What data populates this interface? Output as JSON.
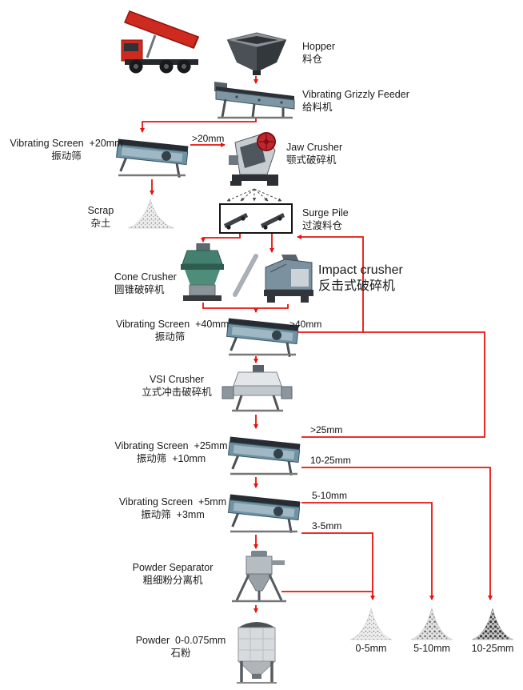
{
  "canvas": {
    "background": "#ffffff",
    "arrow_color": "#e8130c"
  },
  "nodes": {
    "hopper": {
      "en": "Hopper",
      "zh": "料仓"
    },
    "grizzly_feeder": {
      "en": "Vibrating Grizzly Feeder",
      "zh": "给料机"
    },
    "screen_20": {
      "en": "Vibrating Screen  +20mm",
      "zh": "振动筛"
    },
    "jaw_crusher": {
      "en": "Jaw Crusher",
      "zh": "颚式破碎机"
    },
    "scrap": {
      "en": "Scrap",
      "zh": "杂土"
    },
    "surge_pile": {
      "en": "Surge Pile",
      "zh": "过渡料仓"
    },
    "cone_crusher": {
      "en": "Cone Crusher",
      "zh": "圆锥破碎机"
    },
    "impact_crusher": {
      "en": "Impact crusher",
      "zh": "反击式破碎机"
    },
    "screen_40": {
      "en": "Vibrating Screen  +40mm",
      "zh": "振动筛"
    },
    "vsi_crusher": {
      "en": "VSI Crusher",
      "zh": "立式冲击破碎机"
    },
    "screen_25_10": {
      "en": "Vibrating Screen  +25mm",
      "zh": "振动筛  +10mm"
    },
    "screen_5_3": {
      "en": "Vibrating Screen  +5mm",
      "zh": "振动筛  +3mm"
    },
    "powder_separator": {
      "en": "Powder Separator",
      "zh": "粗细粉分离机"
    },
    "powder_silo": {
      "en": "Powder  0-0.075mm",
      "zh": "石粉"
    }
  },
  "streams": {
    "over_20": ">20mm",
    "over_40": ">40mm",
    "over_25": ">25mm",
    "mm_10_25": "10-25mm",
    "mm_5_10": "5-10mm",
    "mm_3_5": "3-5mm"
  },
  "products": [
    {
      "label": "0-5mm"
    },
    {
      "label": "5-10mm"
    },
    {
      "label": "10-25mm"
    }
  ]
}
